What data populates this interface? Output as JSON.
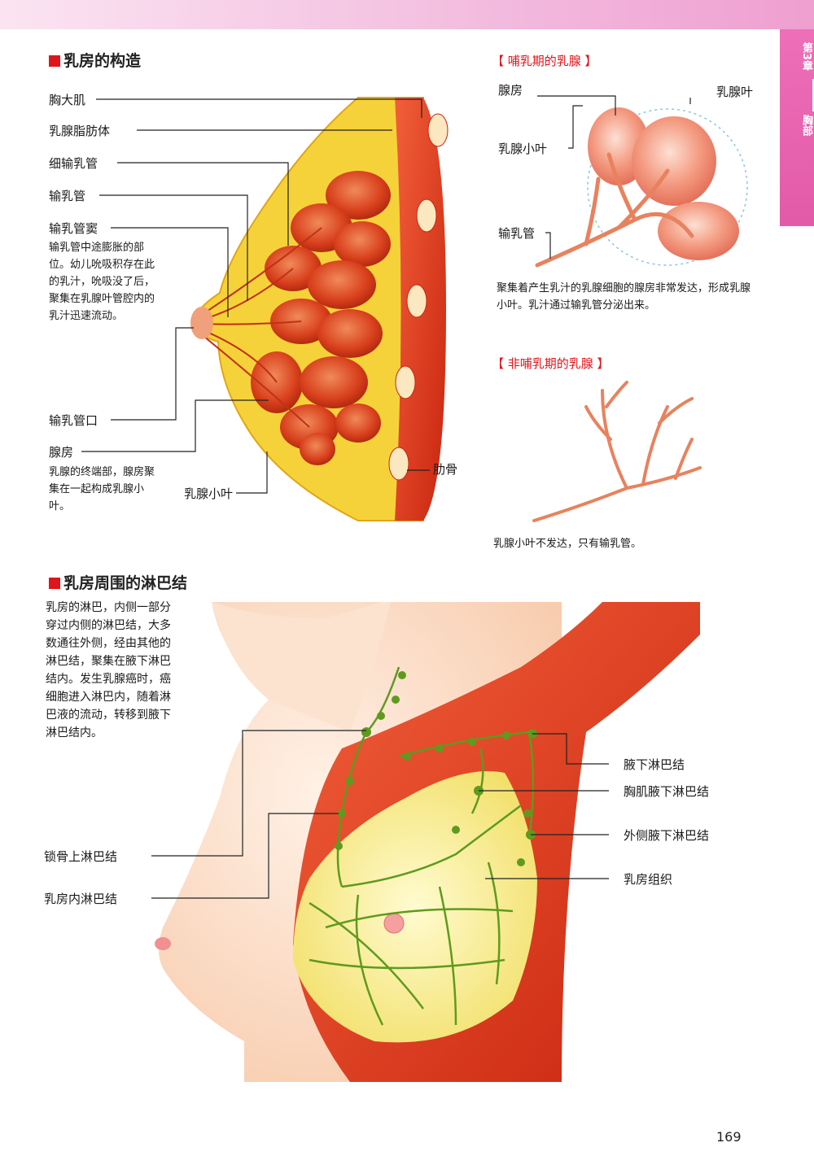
{
  "chapter_tab": {
    "number": "第3章",
    "label": "胸部"
  },
  "structure_section": {
    "title": "乳房的构造",
    "labels": {
      "pectoralis": "胸大肌",
      "fat_body": "乳腺脂肪体",
      "fine_duct": "细输乳管",
      "lactiferous_duct": "输乳管",
      "sinus": "输乳管窦",
      "sinus_note": "输乳管中途膨胀的部位。幼儿吮吸积存在此的乳汁，吮吸没了后，聚集在乳腺叶管腔内的乳汁迅速流动。",
      "duct_opening": "输乳管口",
      "acinus": "腺房",
      "acinus_note": "乳腺的终端部，腺房聚集在一起构成乳腺小叶。",
      "lobule": "乳腺小叶",
      "rib": "肋骨"
    }
  },
  "lactating_section": {
    "title": "【 哺乳期的乳腺 】",
    "labels": {
      "acinus": "腺房",
      "lobe": "乳腺叶",
      "lobule": "乳腺小叶",
      "duct": "输乳管"
    },
    "note": "聚集着产生乳汁的乳腺细胞的腺房非常发达，形成乳腺小叶。乳汁通过输乳管分泌出来。"
  },
  "nonlactating_section": {
    "title": "【 非哺乳期的乳腺 】",
    "note": "乳腺小叶不发达，只有输乳管。"
  },
  "lymph_section": {
    "title": "乳房周围的淋巴结",
    "note": "乳房的淋巴，内侧一部分穿过内侧的淋巴结，大多数通往外侧，经由其他的淋巴结，聚集在腋下淋巴结内。发生乳腺癌时，癌细胞进入淋巴内，随着淋巴液的流动，转移到腋下淋巴结内。",
    "labels": {
      "axillary": "腋下淋巴结",
      "pectoral_axillary": "胸肌腋下淋巴结",
      "lateral_axillary": "外侧腋下淋巴结",
      "breast_tissue": "乳房组织",
      "supraclavicular": "锁骨上淋巴结",
      "internal_mammary": "乳房内淋巴结"
    }
  },
  "page_number": "169",
  "colors": {
    "accent_red": "#e0141b",
    "gland_red": "#d8401c",
    "fat_yellow": "#f6d23a",
    "lymph_green": "#5f9a1e",
    "skin": "#fbd8be"
  }
}
